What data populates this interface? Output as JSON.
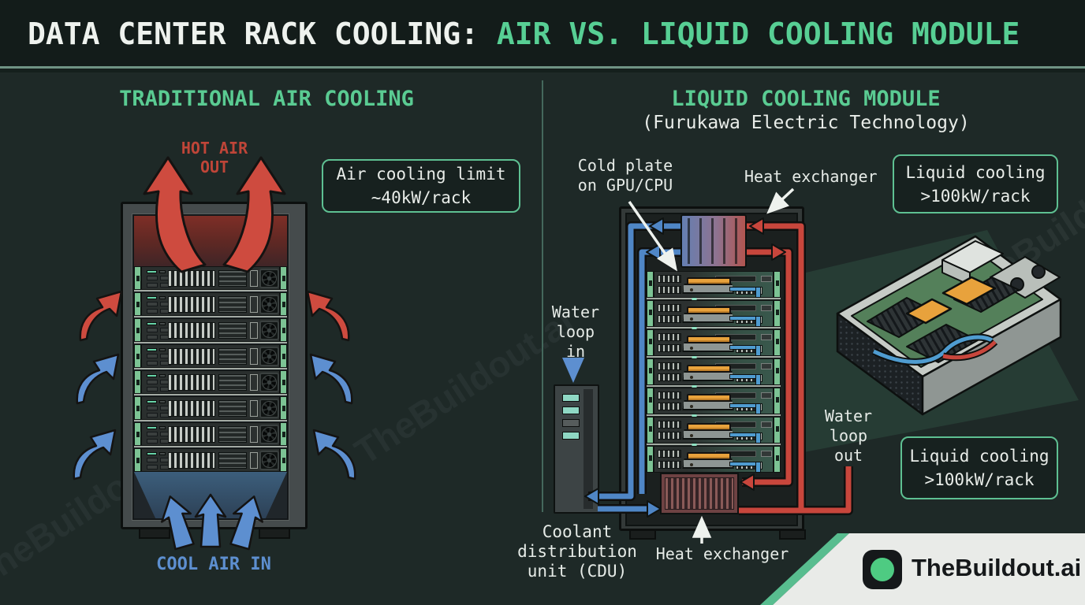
{
  "header": {
    "title_white": "DATA CENTER RACK COOLING: ",
    "title_green": "AIR VS. LIQUID COOLING MODULE"
  },
  "left": {
    "heading": "TRADITIONAL AIR COOLING",
    "hot_air": "HOT AIR OUT",
    "cool_air": "COOL AIR IN",
    "callout": {
      "line1": "Air cooling limit",
      "line2": "~40kW/rack"
    }
  },
  "right": {
    "heading": "LIQUID COOLING MODULE",
    "subheading": "(Furukawa Electric Technology)",
    "labels": {
      "cold_plate": "Cold plate\non GPU/CPU",
      "heat_exchanger_top": "Heat exchanger",
      "heat_exchanger_bottom": "Heat exchanger",
      "water_in": "Water\nloop\nin",
      "water_out": "Water\nloop\nout",
      "cdu": "Coolant\ndistribution\nunit (CDU)"
    },
    "callouts": [
      {
        "line1": "Liquid cooling",
        "line2": ">100kW/rack"
      },
      {
        "line1": "Liquid cooling",
        "line2": ">100kW/rack"
      }
    ]
  },
  "branding": {
    "logo_text": "TheBuildout.ai",
    "watermark": "TheBuildout.ai"
  },
  "colors": {
    "accent_green": "#57cf94",
    "hot_red": "#ce4b3f",
    "cool_blue": "#5d8fd0",
    "coolant_teal": "#8fe2c2",
    "cold_plate_orange": "#e8a23c",
    "callout_border": "#5ec092"
  }
}
